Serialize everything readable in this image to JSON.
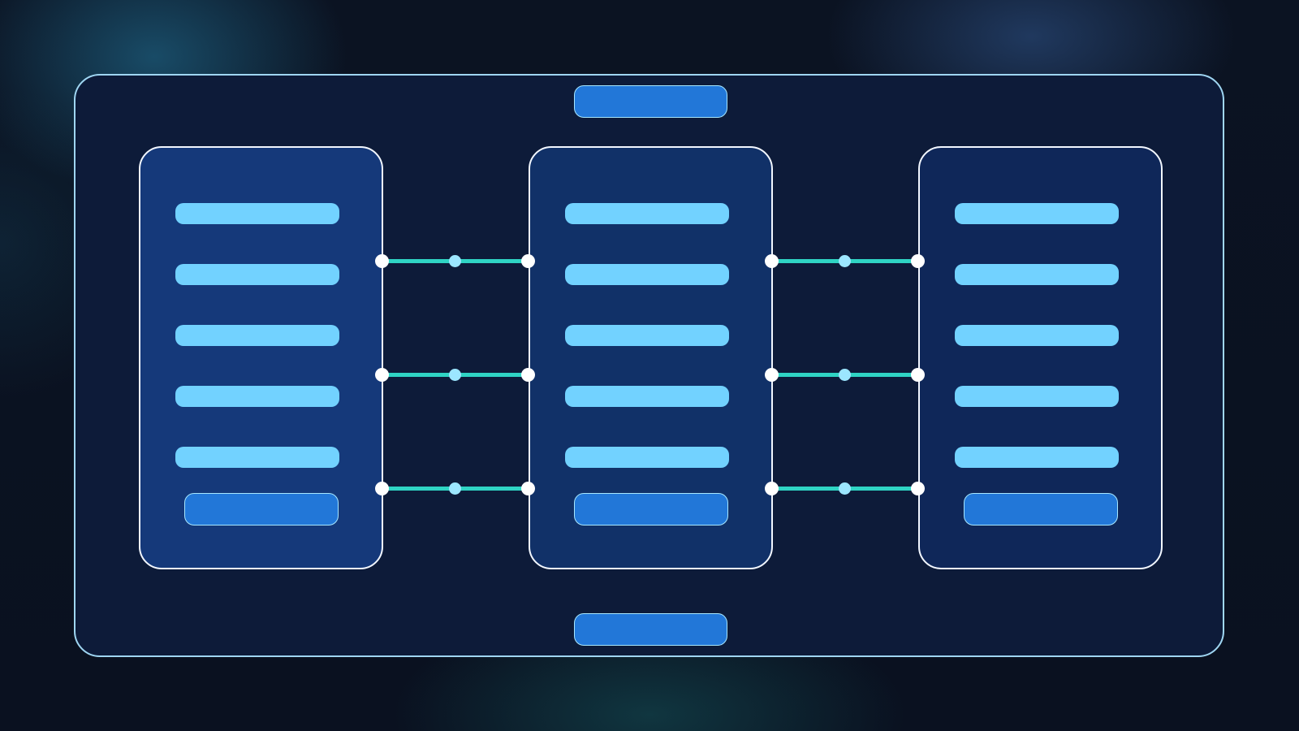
{
  "colors": {
    "background": "#0a1120",
    "frame_fill": "#0d1b39",
    "frame_border": "#9fd6f2",
    "panel_left": "#15397a",
    "panel_center": "#113168",
    "panel_right": "#0f2759",
    "panel_border": "#f2f7ff",
    "slot": "#72d2ff",
    "pill": "#2277d8",
    "pill_border": "#a7e7ff",
    "connector": "#2fd4c4",
    "connector_mid": "#9ce6ff",
    "connector_end": "#ffffff"
  },
  "diagram": {
    "top_pill": "",
    "bottom_pill": "",
    "panels": [
      {
        "id": "left",
        "slots": 5,
        "action": ""
      },
      {
        "id": "center",
        "slots": 5,
        "action": ""
      },
      {
        "id": "right",
        "slots": 5,
        "action": ""
      }
    ],
    "connectors": [
      {
        "from": "left",
        "to": "center",
        "row": 1
      },
      {
        "from": "left",
        "to": "center",
        "row": 2
      },
      {
        "from": "left",
        "to": "center",
        "row": 3
      },
      {
        "from": "center",
        "to": "right",
        "row": 1
      },
      {
        "from": "center",
        "to": "right",
        "row": 2
      },
      {
        "from": "center",
        "to": "right",
        "row": 3
      }
    ]
  }
}
